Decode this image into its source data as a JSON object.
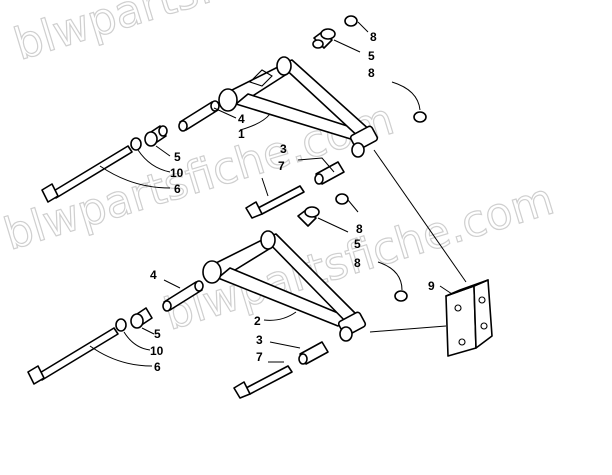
{
  "watermark": "blwpartsfiche.com",
  "callouts": {
    "upper_arm": {
      "nut_top": "8",
      "pin_top": "5",
      "nut_right": "8",
      "bushing": "4",
      "arm": "1",
      "spacer": "3",
      "bolt_short": "7",
      "pin_left": "5",
      "washer": "10",
      "bolt_long": "6"
    },
    "lower_arm": {
      "nut_top": "8",
      "pin_top": "5",
      "nut_right": "8",
      "bushing": "4",
      "arm": "2",
      "pin_left": "5",
      "washer": "10",
      "bolt_long": "6",
      "spacer": "3",
      "bolt_short": "7"
    },
    "bracket": "9"
  }
}
